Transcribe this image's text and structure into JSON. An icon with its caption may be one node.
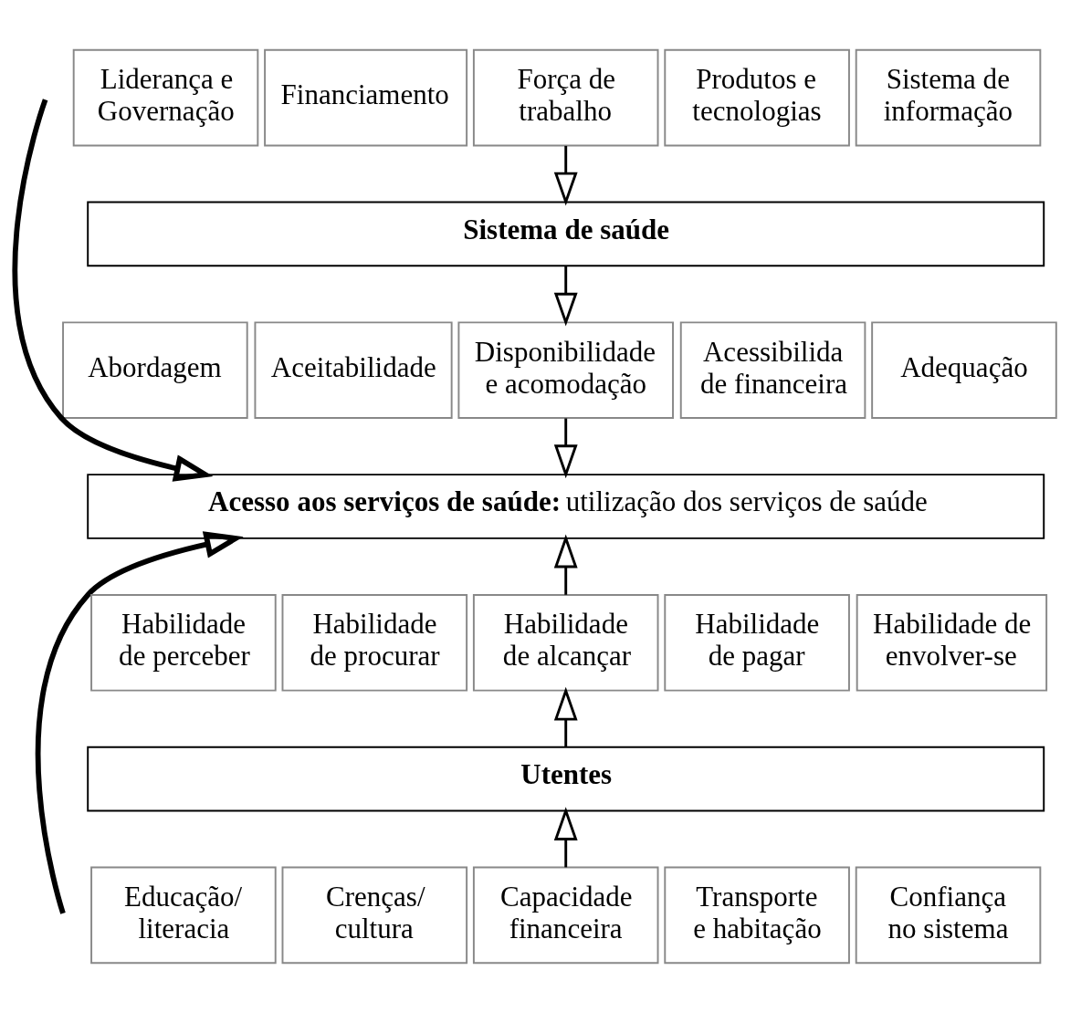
{
  "diagram": {
    "nodes": [
      {
        "text": [
          "Liderança e Governação"
        ]
      },
      {
        "text": [
          "Financiamento"
        ]
      },
      {
        "text": [
          "Força de trabalho"
        ]
      },
      {
        "text": [
          "Produtos e tecnologias"
        ]
      },
      {
        "text": [
          "Sistema de informação"
        ]
      },
      {
        "text": [
          "Sistema de saúde"
        ]
      },
      {
        "text": [
          "Abordagem"
        ]
      },
      {
        "text": [
          "Aceitabilidade"
        ]
      },
      {
        "text": [
          "Disponibilidade e acomodação"
        ]
      },
      {
        "text": [
          "Acessibilida de financeira"
        ]
      },
      {
        "text": [
          "Adequação"
        ]
      },
      {
        "text": [
          "**Acesso aos serviços de saúde:** utilização dos serviços de saúde"
        ]
      },
      {
        "text": [
          "Habilidade de perceber"
        ]
      },
      {
        "text": [
          "Habilidade de procurar"
        ]
      },
      {
        "text": [
          "Habilidade de alcançar"
        ]
      },
      {
        "text": [
          "Habilidade de pagar"
        ]
      },
      {
        "text": [
          "Habilidade de envolver-se"
        ]
      },
      {
        "text": [
          "Utentes"
        ]
      },
      {
        "text": [
          "Educação/ literacia"
        ]
      },
      {
        "text": [
          "Crenças/ cultura"
        ]
      },
      {
        "text": [
          "Capacidade financeira"
        ]
      },
      {
        "text": [
          "Transporte e habitação"
        ]
      },
      {
        "text": [
          "Confiança no sistema"
        ]
      }
    ],
    "edges": [
      {
        "from": 2,
        "to": 5,
        "arrow": "to"
      },
      {
        "from": 5,
        "to": 8,
        "arrow": "to"
      },
      {
        "from": 8,
        "to": 11,
        "arrow": "to"
      },
      {
        "from": 14,
        "to": 11,
        "arrow": "to"
      },
      {
        "from": 17,
        "to": 14,
        "arrow": "to"
      },
      {
        "from": 20,
        "to": 17,
        "arrow": "to"
      },
      {
        "from": null,
        "to": 11,
        "arrow": "to",
        "style": "thick"
      },
      {
        "from": null,
        "to": 11,
        "arrow": "to",
        "style": "thick"
      }
    ]
  }
}
